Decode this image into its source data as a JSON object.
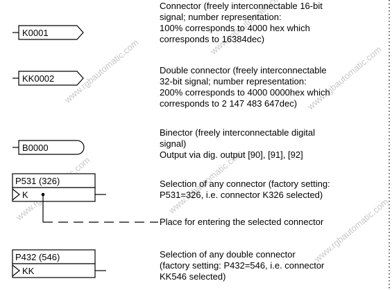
{
  "watermark": "www.rgbautomatic.com",
  "symbols": {
    "connector": "K0001",
    "double_connector": "KK0002",
    "binector": "B0000",
    "selector1": {
      "param": "P531 (326)",
      "type": "K"
    },
    "selector2": {
      "param": "P432 (546)",
      "type": "KK"
    }
  },
  "descriptions": {
    "connector": [
      "Connector (freely interconnectable 16-bit",
      "signal; number representation:",
      "100% corresponds to 4000 hex which",
      "corresponds to 16384dec)"
    ],
    "double_connector": [
      "Double connector (freely interconnectable",
      "32-bit signal; number representation:",
      "200% corresponds to 4000 0000hex which",
      "corresponds to 2 147 483 647dec)"
    ],
    "binector": [
      "Binector (freely interconnectable digital",
      "signal)",
      "Output via dig. output [90], [91], [92]"
    ],
    "selector1": [
      "Selection of any connector (factory setting:",
      "P531=326, i.e. connector K326 selected)"
    ],
    "place": "Place for entering the selected connector",
    "selector2": [
      "Selection of any double connector",
      "(factory setting: P432=546, i.e. connector",
      "KK546 selected)"
    ]
  }
}
